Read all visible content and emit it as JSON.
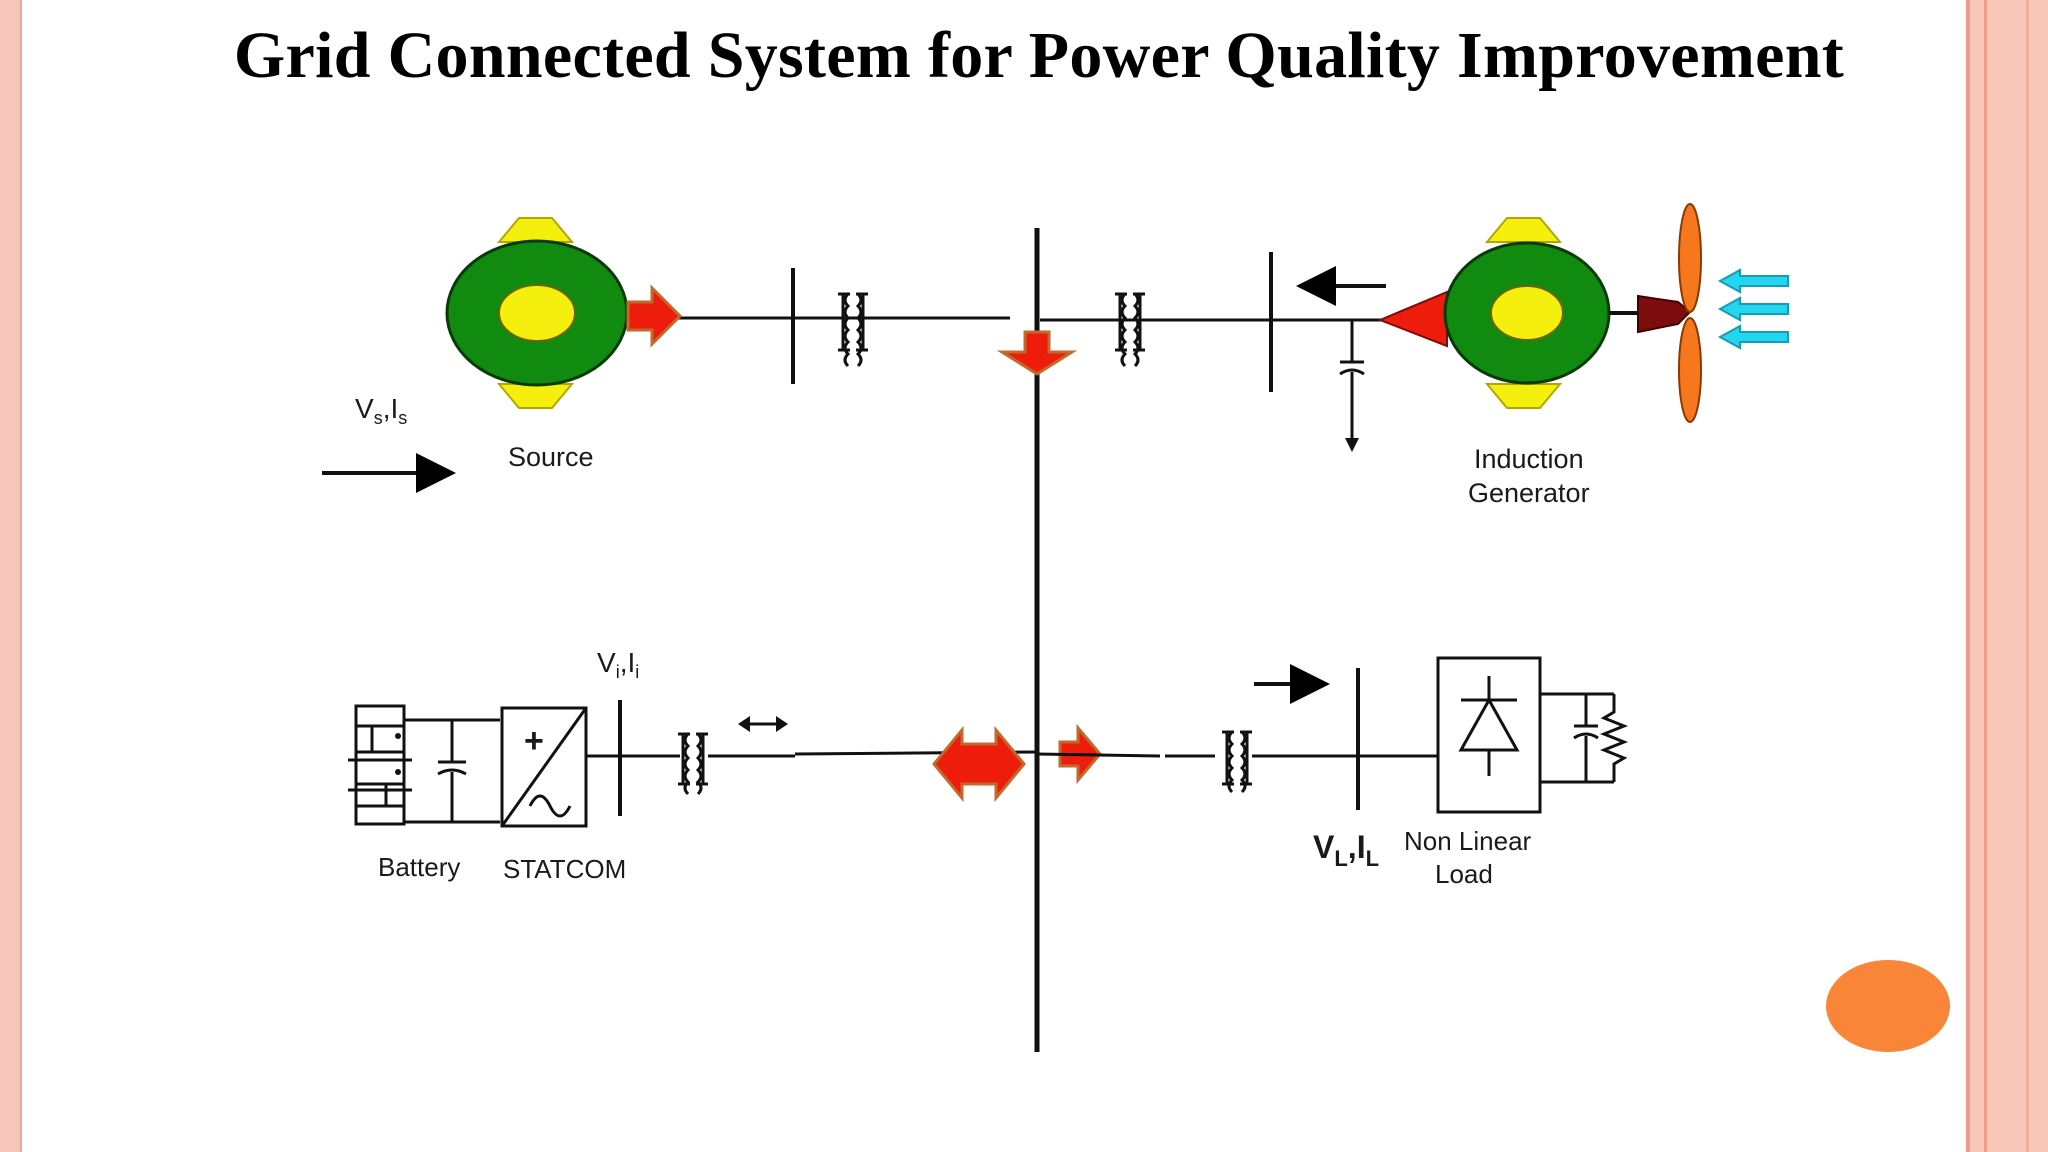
{
  "slide": {
    "title": "Grid Connected System for Power Quality Improvement"
  },
  "labels": {
    "source_vi": {
      "main": "V",
      "sub1": "s",
      "sep": ",I",
      "sub2": "s"
    },
    "source": "Source",
    "induction_line1": "Induction",
    "induction_line2": "Generator",
    "statcom_vi": {
      "main": "V",
      "sub1": "i",
      "sep": ",I",
      "sub2": "i"
    },
    "battery": "Battery",
    "statcom": "STATCOM",
    "load_vi": {
      "main": "V",
      "sub1": "L",
      "sep": ",I",
      "sub2": "L"
    },
    "load_line1": "Non Linear",
    "load_line2": "Load",
    "statcom_plus": "+"
  },
  "colors": {
    "machine_green": "#118a10",
    "machine_yellow": "#f4ef0c",
    "arrow_red": "#ee1c0a",
    "arrow_outline": "#c06a2d",
    "blade_orange": "#f6771e",
    "hub_dark_red": "#7d0c0c",
    "wind_cyan": "#22d6ef",
    "accent_orange": "#f88538",
    "border_salmon": "#f7c7bb"
  }
}
